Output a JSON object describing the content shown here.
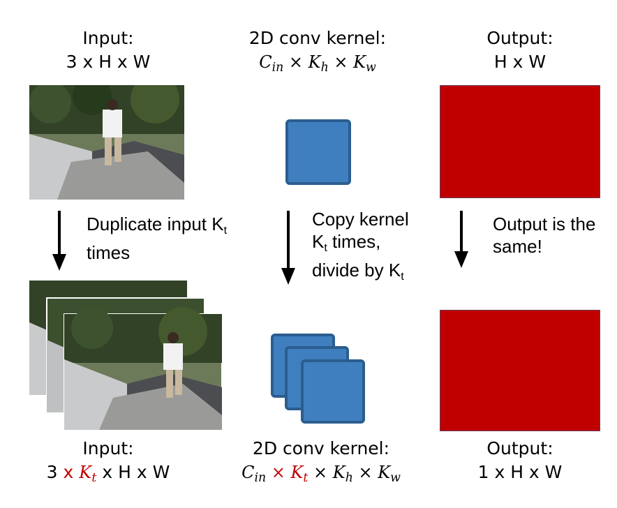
{
  "columns": [
    {
      "top": {
        "label": "Input:",
        "dims": "3 x H x W"
      },
      "bottom": {
        "label": "Input:",
        "dims_prefix": "3 ",
        "dims_red_x": "x ",
        "dims_red_math": "K",
        "dims_red_sub": "t",
        "dims_suffix": " x H x W"
      },
      "caption": {
        "line1_text": "Duplicate input K",
        "line1_sub": "t",
        "line2": "times"
      }
    },
    {
      "top": {
        "label": "2D conv kernel:",
        "m1": "C",
        "m1_sub": "in",
        "x1": " × ",
        "m2": "K",
        "m2_sub": "h",
        "x2": " × ",
        "m3": "K",
        "m3_sub": "w"
      },
      "bottom": {
        "label": "2D conv kernel:",
        "m1": "C",
        "m1_sub": "in",
        "rx": " × ",
        "rm": "K",
        "rm_sub": "t",
        "x1": " × ",
        "m2": "K",
        "m2_sub": "h",
        "x2": " × ",
        "m3": "K",
        "m3_sub": "w"
      },
      "caption": {
        "line1": "Copy kernel",
        "line2_text": "K",
        "line2_sub": "t",
        "line2_rest": " times,",
        "line3_text": "divide by K",
        "line3_sub": "t"
      }
    },
    {
      "top": {
        "label": "Output:",
        "dims": "H x W"
      },
      "bottom": {
        "label": "Output:",
        "dims": "1 x H x W"
      },
      "caption": {
        "line1": "Output is the",
        "line2": "same!"
      }
    }
  ],
  "colors": {
    "output_fill": "#c00000",
    "kernel_fill": "#3f7fc0",
    "kernel_stroke": "#2b5d8f",
    "accent_red": "#c00000"
  }
}
